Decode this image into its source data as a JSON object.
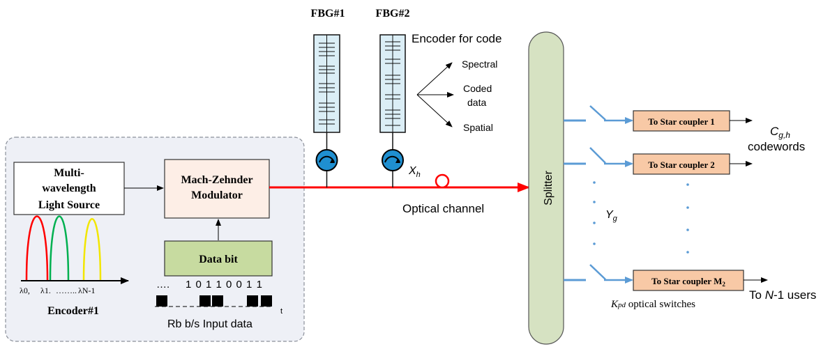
{
  "fbg": {
    "fbg1_label": "FBG#1",
    "fbg2_label": "FBG#2"
  },
  "encoder_code": {
    "title": "Encoder for code",
    "branch_spectral": "Spectral",
    "branch_coded_line1": "Coded",
    "branch_coded_line2": "data",
    "branch_spatial": "Spatial"
  },
  "source": {
    "line1": "Multi-",
    "line2": "wavelength",
    "line3": "Light Source"
  },
  "modulator": {
    "line1": "Mach-Zehnder",
    "line2": "Modulator"
  },
  "data_bit": {
    "label": "Data bit"
  },
  "wavelengths": {
    "l0": "λ0,",
    "l1": "λ1.",
    "dots": "……..",
    "ln": "λN-1"
  },
  "bits": {
    "dots": "….",
    "sequence": "1 0 1 1 0 0 1 1",
    "t_label": "t",
    "input_label": "Rb b/s Input data"
  },
  "encoder1": {
    "label": "Encoder#1"
  },
  "channel": {
    "xh_main": "X",
    "xh_sub": "h",
    "label": "Optical channel"
  },
  "splitter": {
    "label": "Splitter"
  },
  "switches": {
    "yg_main": "Y",
    "yg_sub": "g",
    "kpd_main": "K",
    "kpd_sub": "pd",
    "kpd_rest": " optical switches"
  },
  "couplers": {
    "c1": "To Star coupler 1",
    "c2": "To Star coupler 2",
    "cm_main": "To Star coupler M",
    "cm_sub": "2"
  },
  "outputs": {
    "cgh_main": "C",
    "cgh_sub": "g,h",
    "codewords": "codewords",
    "users_pre": "To ",
    "users_n": "N",
    "users_post": "-1 users"
  },
  "colors": {
    "panel_fill": "#eef0f6",
    "source_box": "#ffffff",
    "modulator_box": "#fdeee6",
    "databit_box": "#c7dba0",
    "coupler_box": "#f8c9a6",
    "splitter_fill": "#d6e2c2",
    "fbg_fill": "#dbeef6",
    "circulator": "#1f8fd0",
    "optical_line": "#ff0000",
    "switch_line": "#5b9bd5",
    "spectrum_red": "#ff0000",
    "spectrum_green": "#00b050",
    "spectrum_yellow": "#f2e600"
  }
}
